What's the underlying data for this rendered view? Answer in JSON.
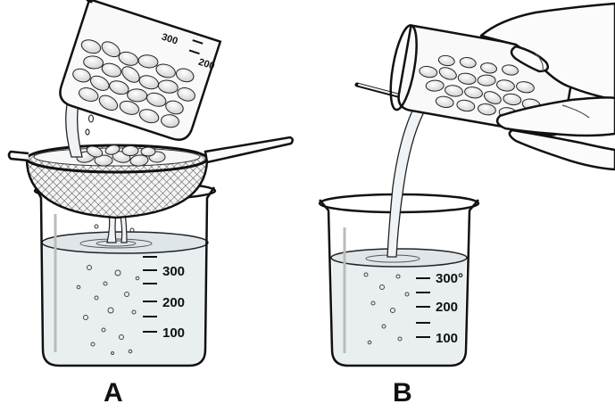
{
  "panels": [
    {
      "label": "A",
      "large_beaker_marks": [
        "300",
        "200",
        "100"
      ],
      "small_beaker_marks": [
        "300",
        "200"
      ]
    },
    {
      "label": "B",
      "large_beaker_marks": [
        "300°",
        "200",
        "100"
      ]
    }
  ],
  "colors": {
    "ink": "#111111",
    "liquid": "#e9eef1",
    "beans": "#f2f2f0",
    "background": "#ffffff"
  }
}
